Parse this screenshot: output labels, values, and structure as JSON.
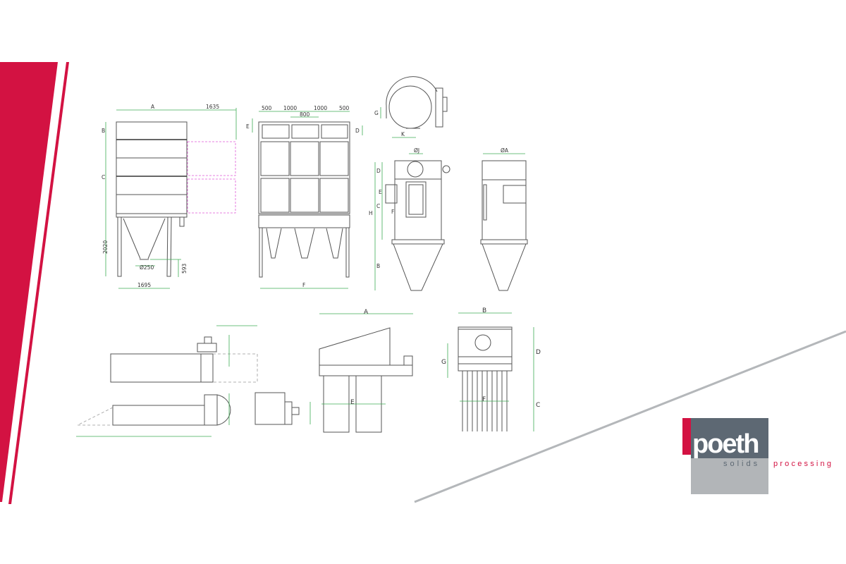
{
  "brand": {
    "name": "poeth",
    "tagline_1": "solids",
    "tagline_2": "processing",
    "red": "#d31242",
    "dark_gray": "#5d6873",
    "light_gray": "#b2b5b8"
  },
  "drawings": {
    "side_view": {
      "a": "A",
      "w1635": "1635",
      "b": "B",
      "c": "C",
      "h2020": "2020",
      "d250": "Ø250",
      "h593": "593",
      "w1695": "1695"
    },
    "front_view": {
      "w500a": "500",
      "w1000a": "1000",
      "w800": "800",
      "w1000b": "1000",
      "w500b": "500",
      "e": "E",
      "d": "D",
      "f": "F"
    },
    "cyclone_top": {
      "g": "G",
      "k": "K"
    },
    "cyclone_front": {
      "j": "ØJ",
      "d": "D",
      "e": "E",
      "c": "C",
      "f": "F",
      "h": "H",
      "b": "B"
    },
    "cyclone_side": {
      "a": "ØA"
    },
    "bin_side": {
      "a": "A",
      "e": "E"
    },
    "bin_front": {
      "b": "B",
      "d": "D",
      "g": "G",
      "c": "C",
      "f": "F"
    }
  }
}
